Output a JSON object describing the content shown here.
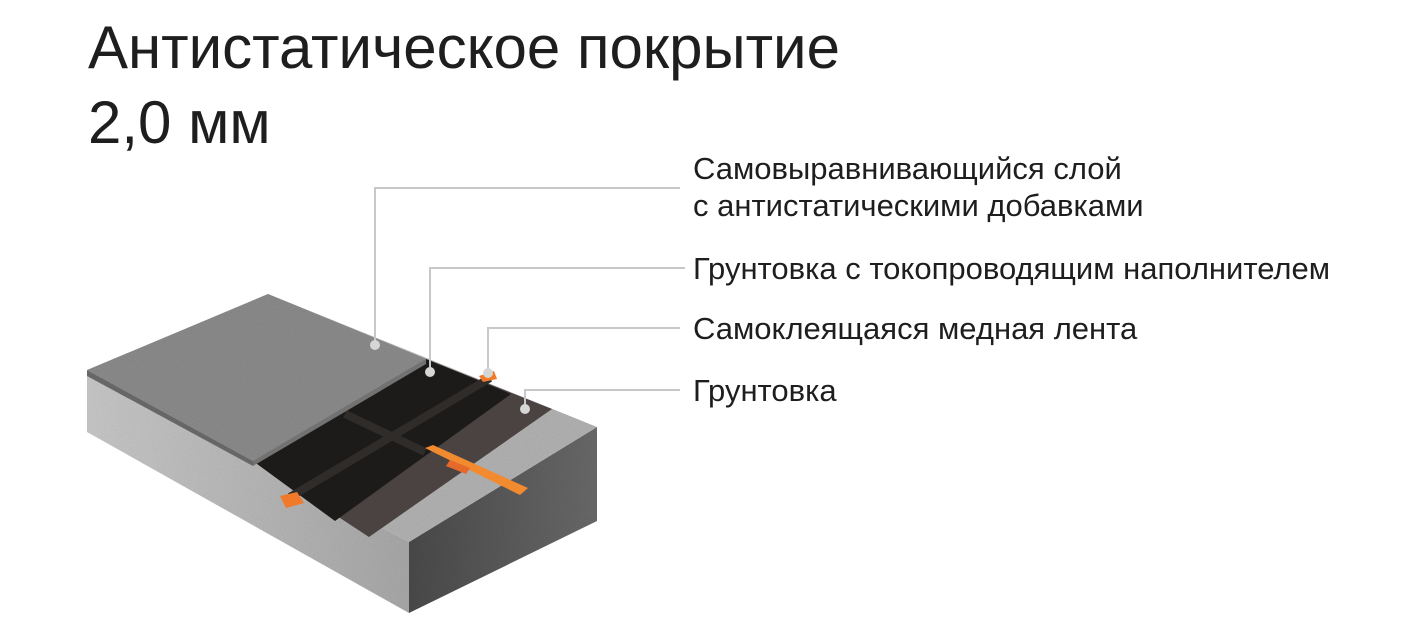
{
  "title": {
    "line1": "Антистатическое покрытие",
    "line2": "2,0 мм"
  },
  "layers": [
    {
      "line1": "Самовыравнивающийся слой",
      "line2": "с антистатическими добавками"
    },
    {
      "line1": "Грунтовка с токопроводящим наполнителем"
    },
    {
      "line1": "Самоклеящаяся медная лента"
    },
    {
      "line1": "Грунтовка"
    }
  ],
  "colors": {
    "concrete": "#b9b9b9",
    "self_leveling": "#8a8a8a",
    "conductive_primer": "#1c1b1a",
    "primer": "#4a4342",
    "copper_tape": "#f07a2a",
    "leader": "#c8c8c8"
  }
}
